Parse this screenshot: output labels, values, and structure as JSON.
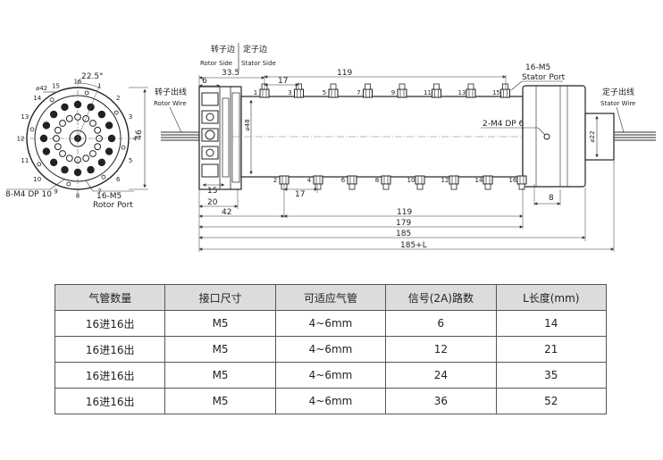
{
  "front_view": {
    "dia": "⌀42",
    "angle": "22.5°",
    "height": "46",
    "holes_callout": "8-M4 DP 10",
    "port_callout": "16-M5",
    "port_label": "Rotor Port",
    "port_numbers": [
      "16",
      "1",
      "2",
      "3",
      "4",
      "5",
      "6",
      "7",
      "8",
      "9",
      "10",
      "11",
      "12",
      "13",
      "14",
      "15"
    ]
  },
  "side_view": {
    "rotor_side_cn": "转子边",
    "rotor_side_en": "Rotor Side",
    "stator_side_cn": "定子边",
    "stator_side_en": "Stator Side",
    "rotor_wire_cn": "转子出线",
    "rotor_wire_en": "Rotor Wire",
    "stator_wire_cn": "定子出线",
    "stator_wire_en": "Stator Wire",
    "stator_port_callout": "16-M5",
    "stator_port_label": "Stator Port",
    "hole_callout": "2-M4 DP 6",
    "dia48": "⌀48",
    "dia22": "⌀22",
    "top_ports": [
      "1",
      "3",
      "5",
      "7",
      "9",
      "11",
      "13",
      "15"
    ],
    "bottom_ports": [
      "2",
      "4",
      "6",
      "8",
      "10",
      "12",
      "14",
      "16"
    ],
    "dims": {
      "d6": "6",
      "d33_5": "33.5",
      "d119_top": "119",
      "d17_top": "17",
      "d15": "15",
      "d17_bot": "17",
      "d8": "8",
      "d20": "20",
      "d42": "42",
      "d119_bot": "119",
      "d179": "179",
      "d185": "185",
      "d185L": "185+L"
    }
  },
  "table": {
    "headers": [
      "气管数量",
      "接口尺寸",
      "可适应气管",
      "信号(2A)路数",
      "L长度(mm)"
    ],
    "rows": [
      [
        "16进16出",
        "M5",
        "4~6mm",
        "6",
        "14"
      ],
      [
        "16进16出",
        "M5",
        "4~6mm",
        "12",
        "21"
      ],
      [
        "16进16出",
        "M5",
        "4~6mm",
        "24",
        "35"
      ],
      [
        "16进16出",
        "M5",
        "4~6mm",
        "36",
        "52"
      ]
    ]
  }
}
